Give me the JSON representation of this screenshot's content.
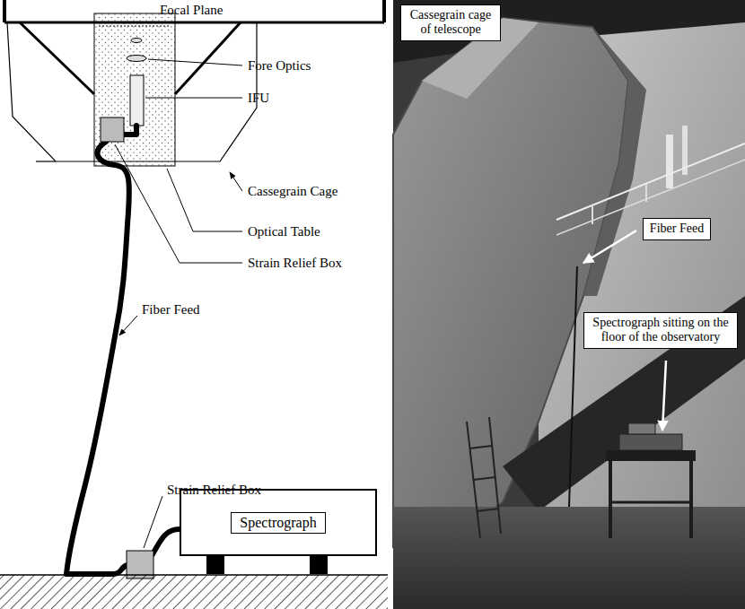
{
  "diagram": {
    "nodes": [
      {
        "text": [
          "Spectrograph"
        ]
      },
      {
        "text": [
          "Cassegrain cage of telescope"
        ]
      },
      {
        "text": [
          "Fiber Feed"
        ]
      },
      {
        "text": [
          "Spectrograph sitting on the floor of the observatory"
        ]
      }
    ],
    "labels": [
      "Focal Plane",
      "Fore Optics",
      "IFU",
      "Cassegrain Cage",
      "Optical Table",
      "Strain Relief Box",
      "Fiber Feed",
      "Strain Relief Box"
    ]
  }
}
